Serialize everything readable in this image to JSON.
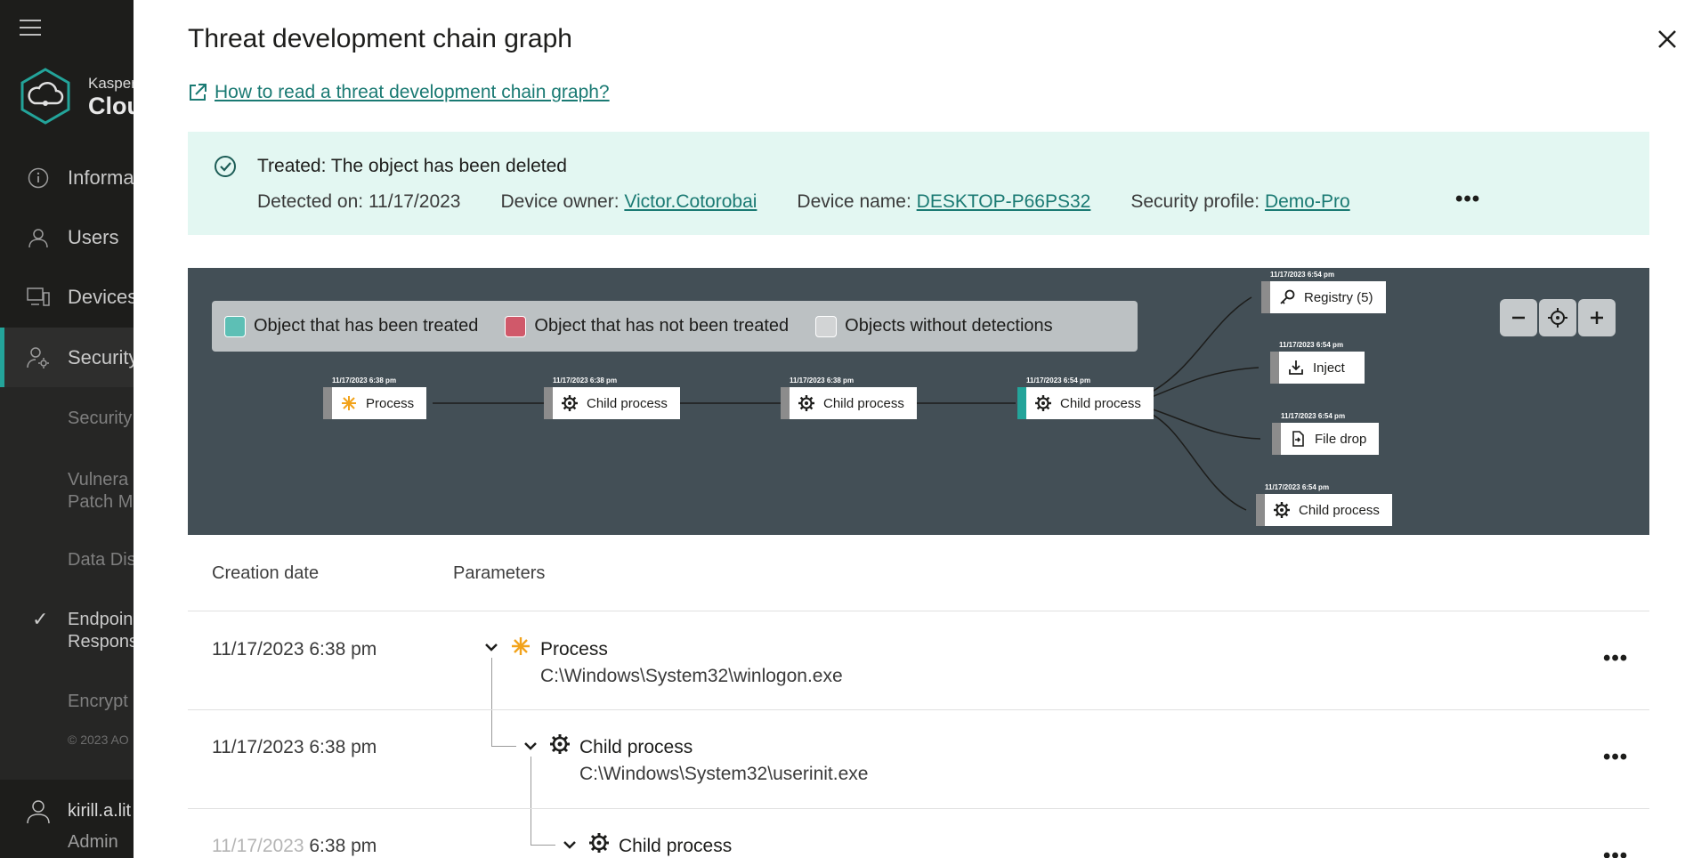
{
  "sidebar": {
    "brand_small": "Kasper",
    "brand_big": "Clou",
    "items": [
      {
        "label": "Informa",
        "icon": "info-icon"
      },
      {
        "label": "Users",
        "icon": "user-icon"
      },
      {
        "label": "Devices",
        "icon": "devices-icon"
      },
      {
        "label": "Security",
        "icon": "security-settings-icon"
      }
    ],
    "subitems": [
      {
        "label": "Security"
      },
      {
        "label": "Vulnera\nPatch M"
      },
      {
        "label": "Data Dis"
      },
      {
        "label": "Endpoin\nRespons"
      },
      {
        "label": "Encrypt"
      }
    ],
    "copyright": "© 2023 AO",
    "user_name": "kirill.a.lit",
    "user_role": "Admin"
  },
  "panel": {
    "title": "Threat development chain graph",
    "help_link": "How to read a threat development chain graph?"
  },
  "status": {
    "treated_label": "Treated:",
    "treated_value": "The object has been deleted",
    "detected_label": "Detected on:",
    "detected_value": "11/17/2023",
    "owner_label": "Device owner:",
    "owner_value": "Victor.Cotorobai",
    "device_label": "Device name:",
    "device_value": "DESKTOP-P66PS32",
    "profile_label": "Security profile:",
    "profile_value": "Demo-Pro",
    "more": "•••"
  },
  "legend": {
    "treated": "Object that has been treated",
    "not_treated": "Object that has not been treated",
    "no_detections": "Objects without detections"
  },
  "colors": {
    "treated": "#5dbfb5",
    "not_treated": "#d0596a",
    "no_detections": "#d2d4d5",
    "accent": "#23a49a",
    "graph_bg": "#434f56",
    "status_bg": "#e3f7f2",
    "link": "#1a7a73"
  },
  "graph": {
    "nodes": [
      {
        "label": "Process",
        "time": "11/17/2023 6:38 pm",
        "icon": "asterisk-icon"
      },
      {
        "label": "Child process",
        "time": "11/17/2023 6:38 pm",
        "icon": "gear-icon"
      },
      {
        "label": "Child process",
        "time": "11/17/2023 6:38 pm",
        "icon": "gear-icon"
      },
      {
        "label": "Child process",
        "time": "11/17/2023 6:54 pm",
        "icon": "gear-icon"
      },
      {
        "label": "Registry (5)",
        "time": "11/17/2023 6:54 pm",
        "icon": "registry-key-icon"
      },
      {
        "label": "Inject",
        "time": "11/17/2023 6:54 pm",
        "icon": "inject-icon"
      },
      {
        "label": "File drop",
        "time": "11/17/2023 6:54 pm",
        "icon": "file-drop-icon"
      },
      {
        "label": "Child process",
        "time": "11/17/2023 6:54 pm",
        "icon": "gear-icon"
      }
    ]
  },
  "table": {
    "col_date": "Creation date",
    "col_params": "Parameters",
    "rows": [
      {
        "date": "11/17/2023 6:38 pm",
        "name": "Process",
        "path": "C:\\Windows\\System32\\winlogon.exe",
        "more": "•••"
      },
      {
        "date": "11/17/2023 6:38 pm",
        "name": "Child process",
        "path": "C:\\Windows\\System32\\userinit.exe",
        "more": "•••"
      },
      {
        "date_faded": "11/17/2023",
        "date_rest": " 6:38 pm",
        "name": "Child process",
        "more": "•••"
      }
    ]
  }
}
